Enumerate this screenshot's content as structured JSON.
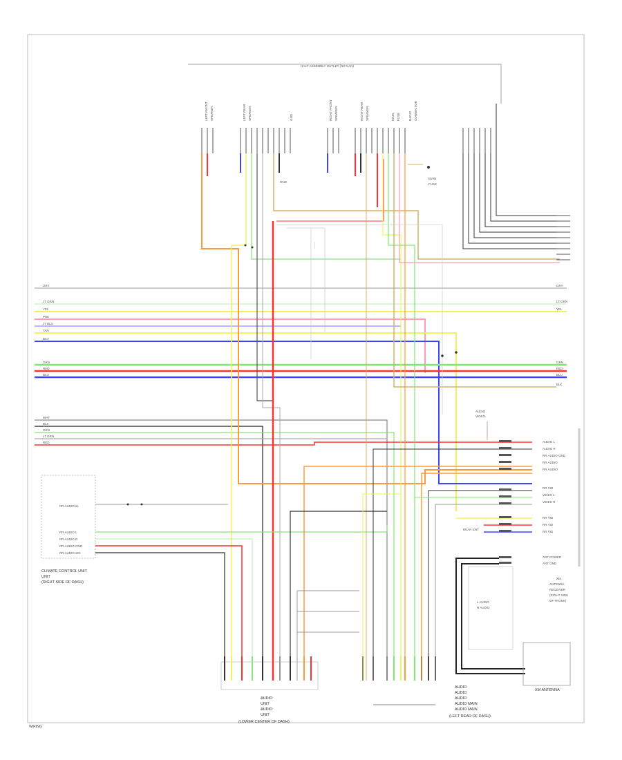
{
  "page_ref": "WIRING",
  "top_bus_label": "HALF ASSEMBLY OUTLET (NO CAN)",
  "modules": {
    "left_module": {
      "title": "CLIMATE CONTROL UNIT",
      "lines": [
        "CLIMATE CONTROL UNIT",
        "UNIT",
        "(RIGHT SIDE OF DASH)"
      ],
      "pins": [
        "RR AUDIO IN",
        "RR AUDIO L",
        "RR AUDIO R",
        "RR AUDIO GND",
        "RR AUDIO SIG"
      ]
    },
    "bottom_center": {
      "lines": [
        "AUDIO",
        "UNIT",
        "AUDIO",
        "UNIT",
        "(LOWER CENTER OF DASH)"
      ]
    },
    "bottom_right_connector": {
      "lines": [
        "AUDIO",
        "AUDIO",
        "AUDIO",
        "AUDIO MAIN",
        "AUDIO MAIN",
        "(LEFT REAR OF DASH)"
      ]
    },
    "xm_antenna": {
      "title": "XM ANTENNA",
      "lines": [
        "XM",
        "ANTENNA",
        "RECEIVER",
        "(RIGHT SIDE",
        "OF TRUNK)"
      ]
    },
    "xm_inner": {
      "lines": [
        "L AUDIO",
        "R AUDIO"
      ]
    },
    "right_labels": [
      "AUDIO L",
      "AUDIO R",
      "RR AUDIO GND",
      "RR AUDIO",
      "RR AUDIO",
      "RR VID",
      "VIDEO L",
      "VIDEO R",
      "RR VID",
      "RR VID",
      "RR VID",
      "ANT POWER",
      "ANT GND"
    ],
    "right_sublabels": [
      "AUDIO",
      "VIDEO",
      "REAR ENT"
    ]
  },
  "top_connector_groups": [
    {
      "label": "LEFT FRONT",
      "sub": "SPEAKER"
    },
    {
      "label": "LEFT REAR",
      "sub": "SPEAKER"
    },
    {
      "label": "GND",
      "sub": ""
    },
    {
      "label": "RIGHT FRONT",
      "sub": "SPEAKER"
    },
    {
      "label": "RIGHT REAR",
      "sub": "SPEAKER"
    },
    {
      "label": "MAIN",
      "sub": "FUSE"
    },
    {
      "label": "RADIO",
      "sub": "CONNECTOR"
    }
  ],
  "wire_labels": {
    "left_bus": [
      "GRY",
      "LT GRN",
      "YEL",
      "PNK",
      "LT BLU",
      "TAN",
      "BLU",
      "GRN",
      "RED",
      "BLU",
      "GRN",
      "RED",
      "BLK",
      "WHT",
      "LT GRN"
    ],
    "right_bus": [
      "GRY",
      "LT GRN",
      "YEL",
      "GRN",
      "RED",
      "BLU",
      "BLK"
    ]
  },
  "colors": {
    "orange": "#ff9a3c",
    "red": "#ff3030",
    "pink": "#ff9ab0",
    "yellow": "#f2f25a",
    "green": "#7cea6e",
    "blue": "#3c44ff",
    "light_blue": "#b6b6ff",
    "tan": "#d4b068",
    "gray": "#9a9a9a",
    "black": "#222222"
  }
}
